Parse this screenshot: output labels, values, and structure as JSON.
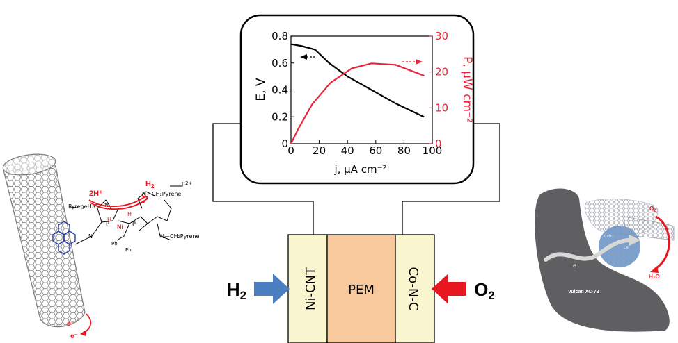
{
  "chart_data": {
    "type": "line",
    "xlabel": "j, μA cm⁻²",
    "ylabel_left": "E, V",
    "ylabel_right": "P, μW cm⁻²",
    "xlim": [
      0,
      100
    ],
    "ylim_left": [
      0,
      0.8
    ],
    "ylim_right": [
      0,
      30
    ],
    "x_ticks": [
      "0",
      "20",
      "40",
      "60",
      "80",
      "100"
    ],
    "y_left_ticks": [
      "0",
      "0.2",
      "0.4",
      "0.6",
      "0.8"
    ],
    "y_right_ticks": [
      "0",
      "10",
      "20",
      "30"
    ],
    "series": [
      {
        "axis": "left",
        "color": "#000000",
        "x": [
          0,
          8,
          17,
          27,
          40,
          57,
          74,
          94
        ],
        "y": [
          0.74,
          0.725,
          0.7,
          0.6,
          0.5,
          0.4,
          0.3,
          0.2
        ]
      },
      {
        "axis": "right",
        "color": "#e8263a",
        "x": [
          0,
          5,
          15,
          28,
          43,
          57,
          74,
          94
        ],
        "y": [
          0,
          4,
          11,
          17,
          21,
          22.4,
          22,
          19
        ]
      }
    ]
  },
  "cell": {
    "anode_label": "Ni-CNT",
    "membrane_label": "PEM",
    "cathode_label": "Co-N-C",
    "h2_main": "H",
    "h2_sub": "2",
    "o2_main": "O",
    "o2_sub": "2"
  },
  "left_panel": {
    "reactant": "2H⁺",
    "product_main": "H",
    "product_sub": "2",
    "charge": "2+",
    "ligand_top": "PyreneH₂C",
    "ligand_top_right": "N—CH₂Pyrene",
    "ligand_bottom_right": "N—CH₂Pyrene",
    "metal": "Ni",
    "p_label": "P",
    "n_label": "N",
    "h_label": "H",
    "ph_label": "Ph",
    "electron_1": "e⁻",
    "electron_2": "e⁻"
  },
  "right_panel": {
    "support_label": "Vulcan XC-72",
    "electron": "e⁻",
    "o2_main": "O",
    "o2_sub": "2",
    "h2o": "H₂O",
    "cox": "CoOₓ",
    "co": "Co"
  },
  "colors": {
    "power_curve": "#e8263a",
    "arrow_blue": "#4a7ec0",
    "arrow_red": "#e8161e",
    "electrode_fill": "#f9f5cf",
    "membrane_fill": "#f7c99c",
    "support_gray": "#5f5f62",
    "nanotube_gray": "#8a8a8a"
  }
}
